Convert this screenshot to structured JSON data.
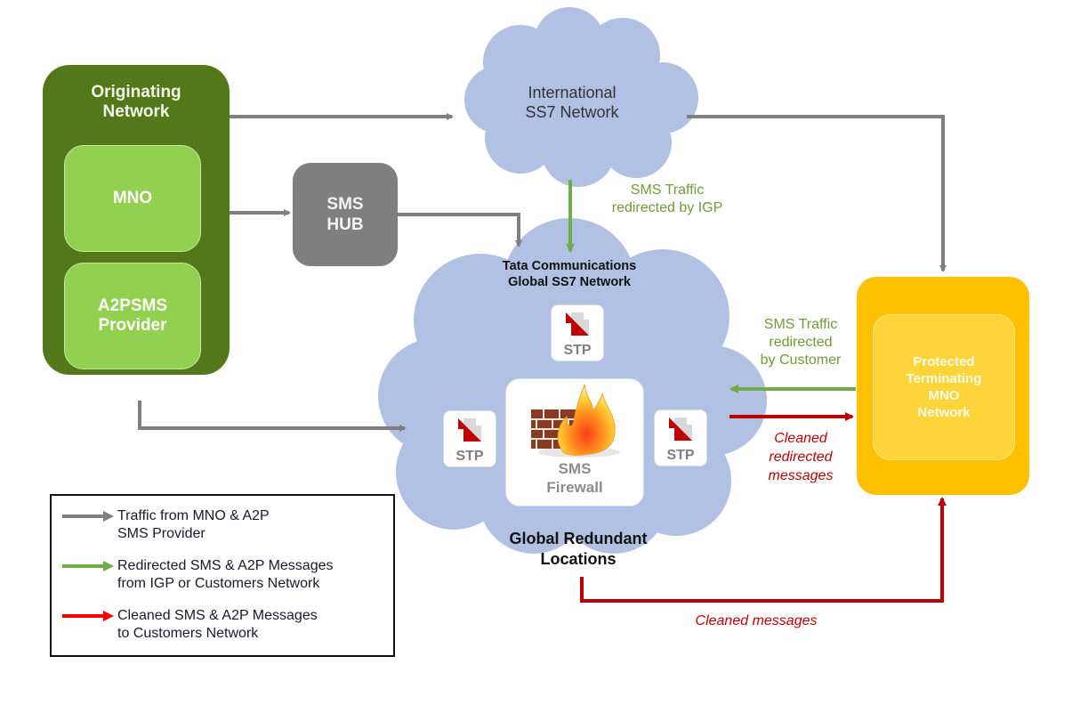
{
  "colors": {
    "traffic_arrow": "#7f7f7f",
    "redirect_arrow": "#70ad47",
    "cleaned_arrow": "#c00000",
    "legend_cleaned_arrow": "#ff0000",
    "cloud": "#b0c1e4",
    "originating_network": "#53781a",
    "originating_inner": "#92d050",
    "sms_hub": "#7f7f7f",
    "terminating_outer": "#ffc000",
    "terminating_inner": "#ffd43a"
  },
  "originating_network": {
    "title_line1": "Originating",
    "title_line2": "Network",
    "mno": "MNO",
    "a2p_line1": "A2PSMS",
    "a2p_line2": "Provider"
  },
  "sms_hub": {
    "line1": "SMS",
    "line2": "HUB"
  },
  "international_cloud": {
    "line1": "International",
    "line2": "SS7 Network"
  },
  "tata_cloud": {
    "line1": "Tata Communications",
    "line2": "Global  SS7 Network",
    "stp_label": "STP",
    "firewall_line1": "SMS",
    "firewall_line2": "Firewall",
    "icons": [
      "stp-icon",
      "firewall-icon"
    ]
  },
  "global_redundant": {
    "line1": "Global Redundant",
    "line2": "Locations"
  },
  "terminating": {
    "line1": "Protected",
    "line2": "Terminating",
    "line3": "MNO",
    "line4": "Network"
  },
  "annotations": {
    "igp_line1": "SMS Traffic",
    "igp_line2": "redirected  by IGP",
    "customer_line1": "SMS Traffic",
    "customer_line2": "redirected",
    "customer_line3": "by Customer",
    "cleaned_redirected_line1": "Cleaned",
    "cleaned_redirected_line2": "redirected",
    "cleaned_redirected_line3": "messages",
    "cleaned_messages": "Cleaned messages"
  },
  "legend": {
    "items": [
      {
        "line1": "Traffic  from MNO & A2P",
        "line2": "SMS Provider",
        "arrow": "gray-arrow-icon"
      },
      {
        "line1": "Redirected  SMS & A2P Messages",
        "line2": "from IGP or Customers Network",
        "arrow": "green-arrow-icon"
      },
      {
        "line1": "Cleaned SMS & A2P Messages",
        "line2": "to Customers Network",
        "arrow": "red-arrow-icon"
      }
    ]
  }
}
